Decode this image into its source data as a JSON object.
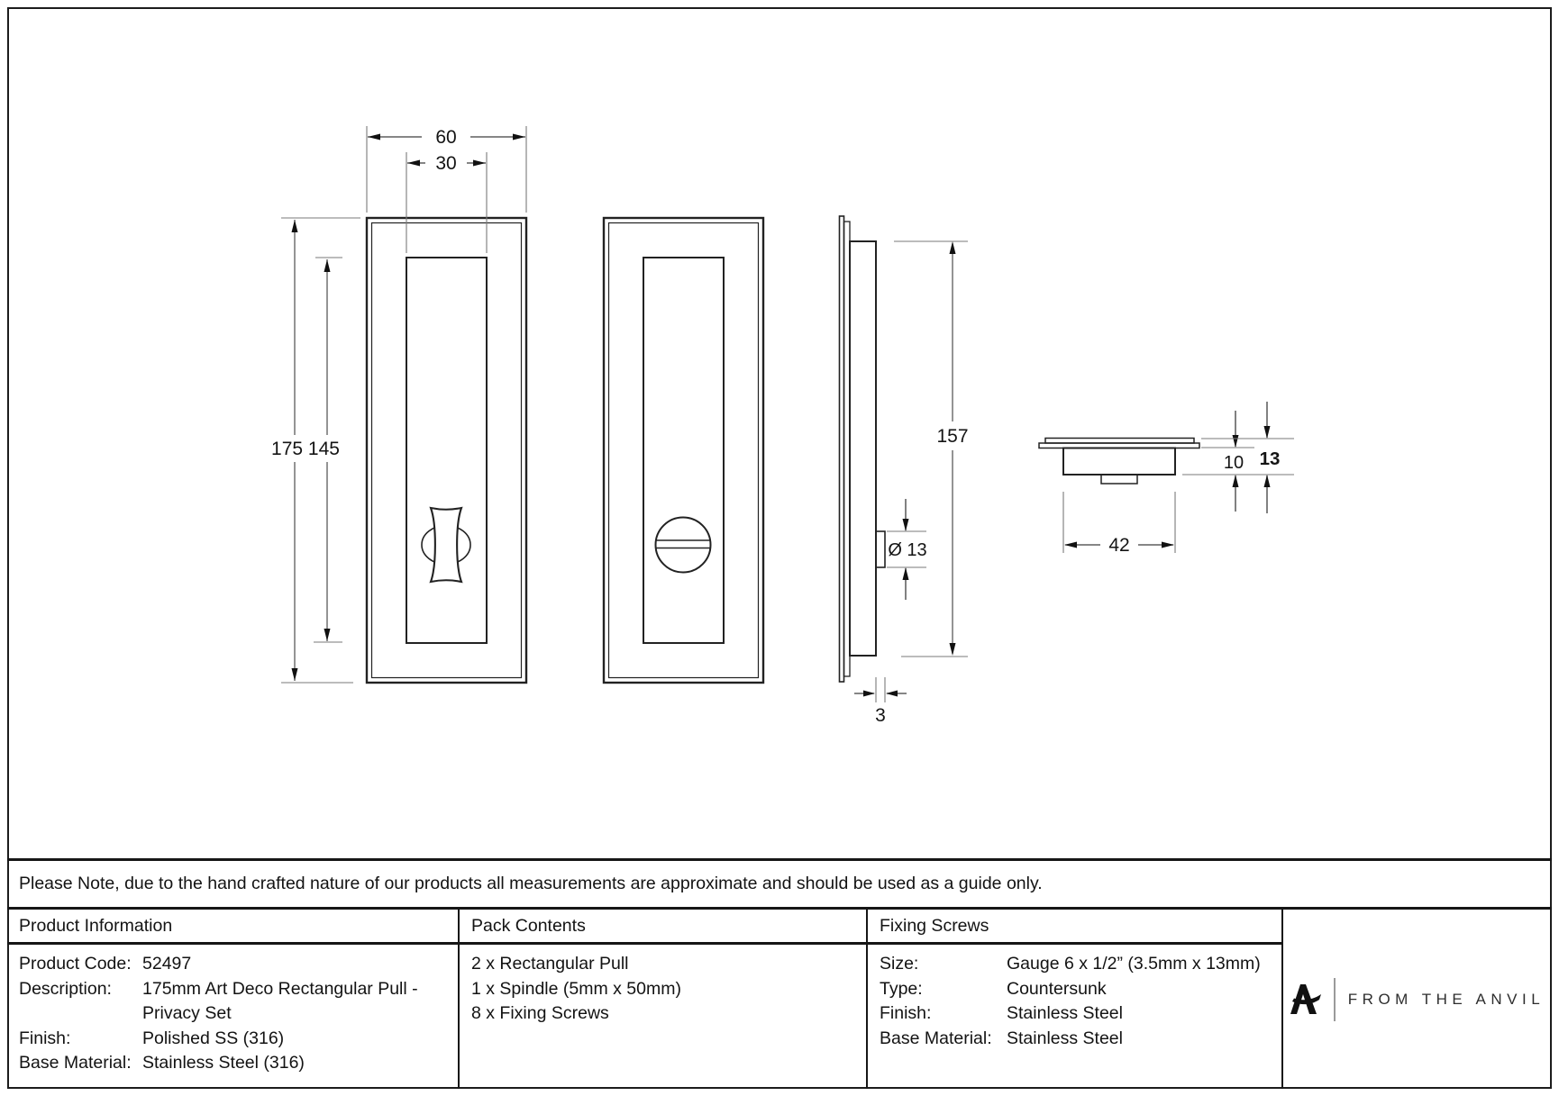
{
  "drawing": {
    "dim_width_outer": "60",
    "dim_width_inner": "30",
    "dim_heights": "175 145",
    "dim_body_height": "157",
    "dim_boss_diameter": "Ø 13",
    "dim_boss_protrusion": "3",
    "dim_pocket_width": "42",
    "dim_pocket_depth": "10",
    "dim_total_depth": "13"
  },
  "note": "Please Note, due to the hand crafted nature of our products all measurements are approximate and should be used as a guide only.",
  "table": {
    "product_information": {
      "header": "Product Information",
      "rows": [
        {
          "label": "Product Code:",
          "value": "52497"
        },
        {
          "label": "Description:",
          "value": "175mm Art Deco Rectangular Pull -"
        },
        {
          "label": "",
          "value": "Privacy Set"
        },
        {
          "label": "Finish:",
          "value": "Polished SS (316)"
        },
        {
          "label": "Base Material:",
          "value": "Stainless Steel (316)"
        }
      ]
    },
    "pack_contents": {
      "header": "Pack Contents",
      "items": [
        "2 x Rectangular Pull",
        "1 x Spindle (5mm x 50mm)",
        "8 x Fixing Screws"
      ]
    },
    "fixing_screws": {
      "header": "Fixing Screws",
      "rows": [
        {
          "label": "Size:",
          "value": "Gauge 6 x 1/2” (3.5mm x 13mm)"
        },
        {
          "label": "Type:",
          "value": "Countersunk"
        },
        {
          "label": "Finish:",
          "value": "Stainless Steel"
        },
        {
          "label": "Base Material:",
          "value": "Stainless Steel"
        }
      ]
    },
    "brand": {
      "name": "FROM THE ANVIL"
    }
  }
}
